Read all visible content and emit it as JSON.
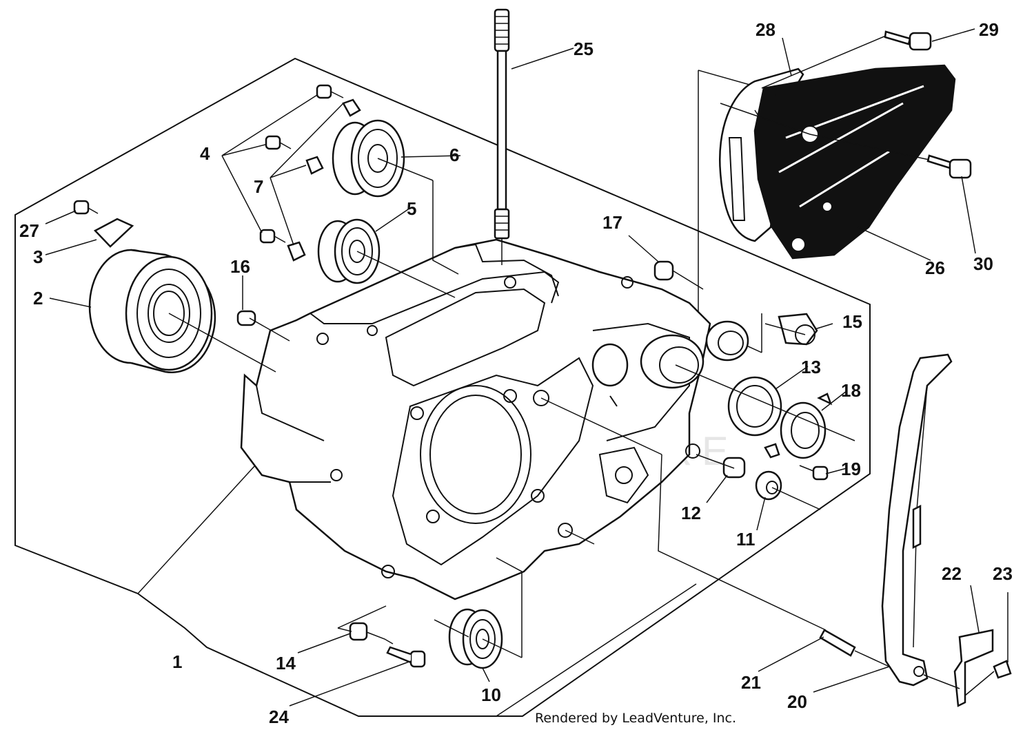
{
  "diagram": {
    "watermark": "LEADVENTURE",
    "footer": "Rendered by LeadVenture, Inc.",
    "callouts": [
      {
        "id": "1",
        "label": "1"
      },
      {
        "id": "2",
        "label": "2"
      },
      {
        "id": "3",
        "label": "3"
      },
      {
        "id": "4",
        "label": "4"
      },
      {
        "id": "5",
        "label": "5"
      },
      {
        "id": "6",
        "label": "6"
      },
      {
        "id": "7",
        "label": "7"
      },
      {
        "id": "10",
        "label": "10"
      },
      {
        "id": "11",
        "label": "11"
      },
      {
        "id": "12",
        "label": "12"
      },
      {
        "id": "13",
        "label": "13"
      },
      {
        "id": "14",
        "label": "14"
      },
      {
        "id": "15",
        "label": "15"
      },
      {
        "id": "16",
        "label": "16"
      },
      {
        "id": "17",
        "label": "17"
      },
      {
        "id": "18",
        "label": "18"
      },
      {
        "id": "19",
        "label": "19"
      },
      {
        "id": "20",
        "label": "20"
      },
      {
        "id": "21",
        "label": "21"
      },
      {
        "id": "22",
        "label": "22"
      },
      {
        "id": "23",
        "label": "23"
      },
      {
        "id": "24",
        "label": "24"
      },
      {
        "id": "25",
        "label": "25"
      },
      {
        "id": "26",
        "label": "26"
      },
      {
        "id": "27",
        "label": "27"
      },
      {
        "id": "28",
        "label": "28"
      },
      {
        "id": "29",
        "label": "29"
      },
      {
        "id": "30",
        "label": "30"
      }
    ]
  }
}
